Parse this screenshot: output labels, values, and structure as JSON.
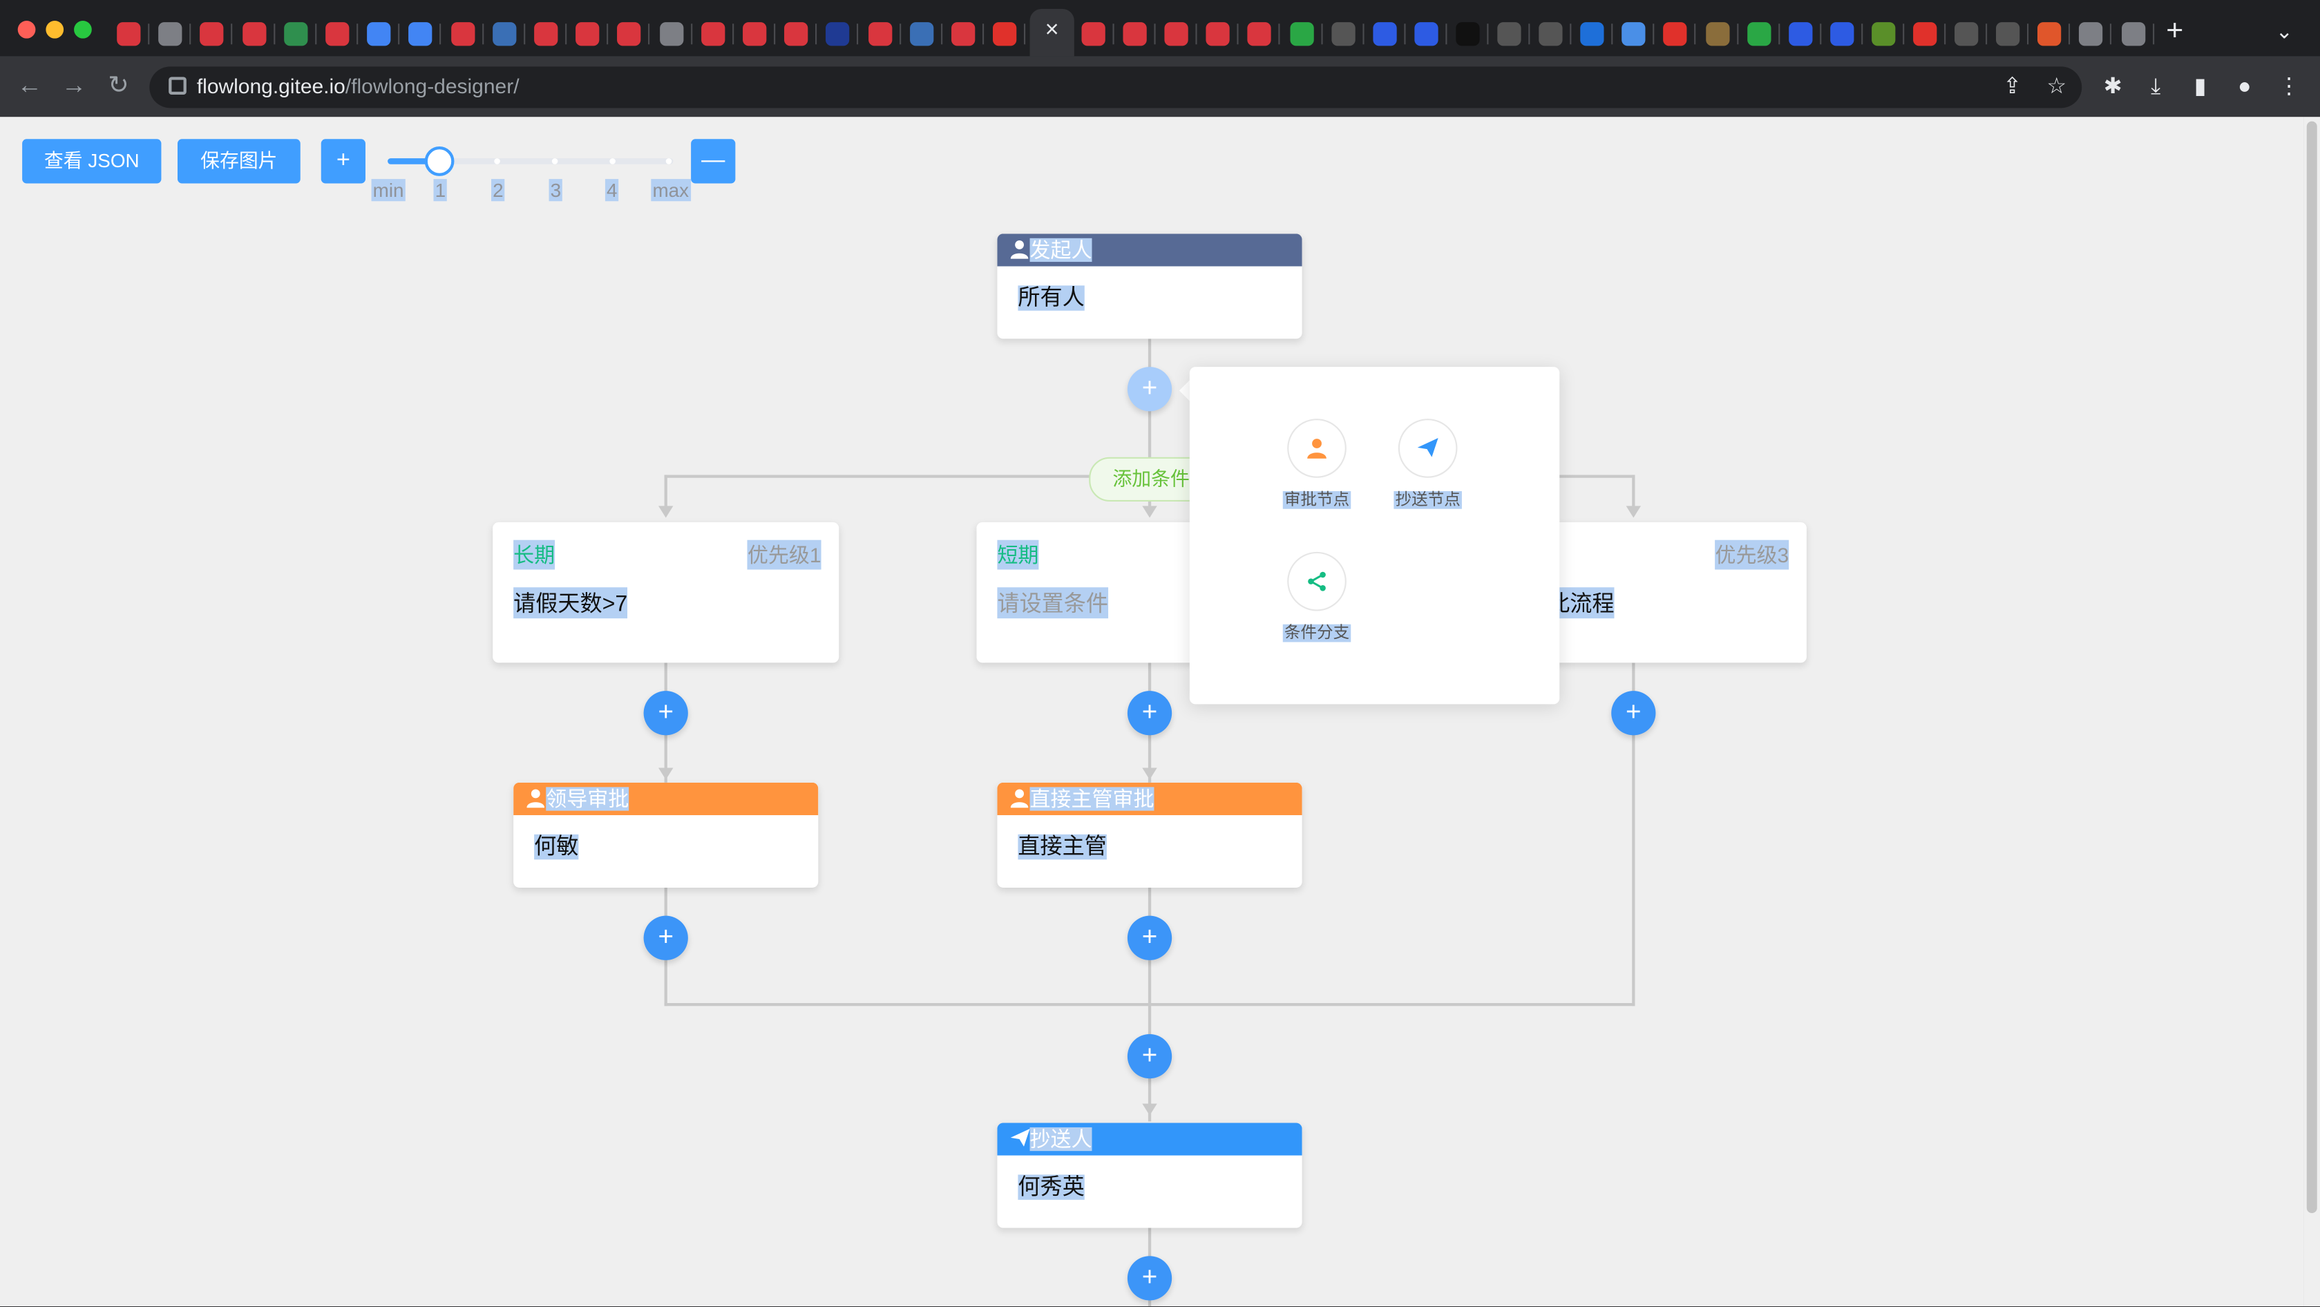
{
  "browser": {
    "url_domain": "flowlong.gitee.io",
    "url_path": "/flowlong-designer/",
    "close_tab_label": "×",
    "new_tab_label": "+",
    "tab_menu_label": "⌄"
  },
  "toolbar": {
    "view_json_label": "查看 JSON",
    "save_image_label": "保存图片",
    "zoom_in_label": "+",
    "zoom_out_label": "—",
    "zoom_level": 1,
    "zoom_marks": [
      "min",
      "1",
      "2",
      "3",
      "4",
      "max"
    ]
  },
  "flow": {
    "start": {
      "title": "发起人",
      "content": "所有人"
    },
    "add_condition_label": "添加条件",
    "branches": [
      {
        "title": "长期",
        "priority": "优先级1",
        "content": "请假天数>7"
      },
      {
        "title": "短期",
        "content": "请设置条件"
      },
      {
        "priority": "优先级3",
        "content": "件进入此流程"
      }
    ],
    "approvers": [
      {
        "title": "领导审批",
        "content": "何敏"
      },
      {
        "title": "直接主管审批",
        "content": "直接主管"
      }
    ],
    "cc": {
      "title": "抄送人",
      "content": "何秀英"
    },
    "add_button_label": "+"
  },
  "popover": {
    "items": [
      {
        "label": "审批节点",
        "icon": "person-icon",
        "color": "#ff943e"
      },
      {
        "label": "抄送节点",
        "icon": "paper-plane-icon",
        "color": "#3296fa"
      },
      {
        "label": "条件分支",
        "icon": "share-icon",
        "color": "#15bc83"
      }
    ]
  },
  "colors": {
    "start_header": "#576a95",
    "approver_header": "#ff943e",
    "cc_header": "#3296fa",
    "condition_title": "#15bc83",
    "primary": "#409eff"
  }
}
